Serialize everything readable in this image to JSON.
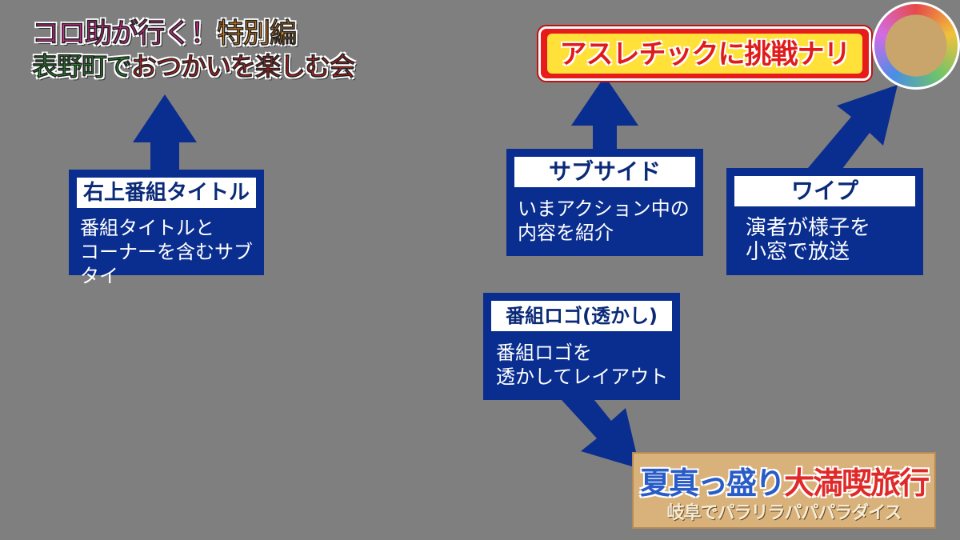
{
  "program_title": {
    "line1_part1": "コロ助が行く！",
    "line1_part2": "特別編",
    "line2_part1": "表野町で",
    "line2_part2": "おつかいを楽しむ会"
  },
  "subside": {
    "text": "アスレチックに挑戦ナリ"
  },
  "logo": {
    "line1_part1": "夏真っ盛り",
    "line1_part2": "大満喫旅行",
    "line2": "岐阜でパラリラパパパラダイス"
  },
  "boxes": {
    "top_title": {
      "heading": "右上番組タイトル",
      "body_line1": "番組タイトルと",
      "body_line2": "コーナーを含むサブタイ"
    },
    "subside": {
      "heading": "サブサイド",
      "body_line1": "いまアクション中の",
      "body_line2": "内容を紹介"
    },
    "wipe": {
      "heading": "ワイプ",
      "body_line1": "演者が様子を",
      "body_line2": "小窓で放送"
    },
    "logo": {
      "heading": "番組ロゴ(透かし)",
      "body_line1": "番組ロゴを",
      "body_line2": "透かしてレイアウト"
    }
  },
  "colors": {
    "background": "#7f7f7f",
    "box": "#0a2e8f",
    "arrow": "#0a2e8f"
  }
}
